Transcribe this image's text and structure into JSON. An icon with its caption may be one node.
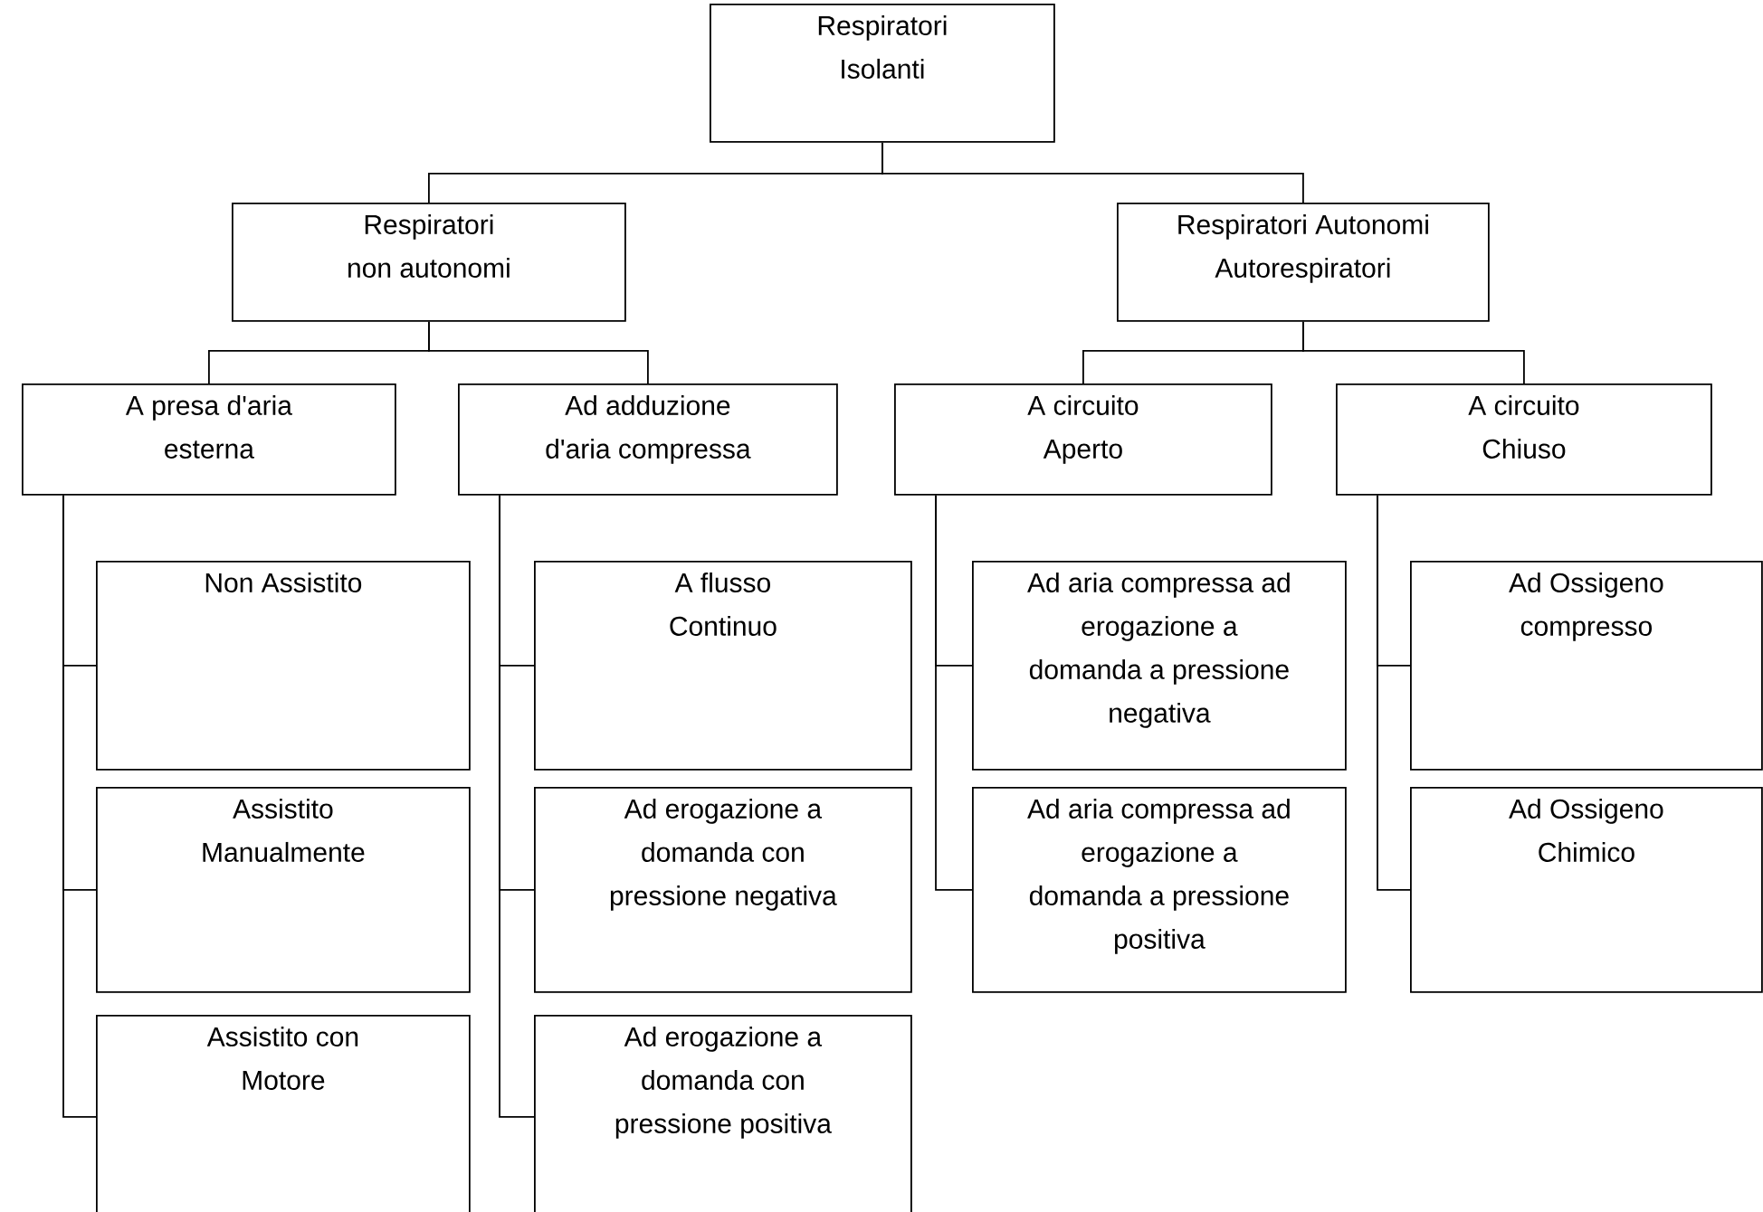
{
  "diagram": {
    "nodes": [
      {
        "text": [
          "Respiratori Isolanti"
        ]
      },
      {
        "text": [
          "Respiratori non autonomi"
        ]
      },
      {
        "text": [
          "Respiratori Autonomi Autorespiratori"
        ]
      },
      {
        "text": [
          "A presa d'aria esterna"
        ]
      },
      {
        "text": [
          "Ad adduzione d'aria compressa"
        ]
      },
      {
        "text": [
          "A circuito Aperto"
        ]
      },
      {
        "text": [
          "A circuito Chiuso"
        ]
      },
      {
        "text": [
          "Non Assistito"
        ]
      },
      {
        "text": [
          "Assistito Manualmente"
        ]
      },
      {
        "text": [
          "Assistito con Motore"
        ]
      },
      {
        "text": [
          "A flusso Continuo"
        ]
      },
      {
        "text": [
          "Ad erogazione a domanda con pressione negativa"
        ]
      },
      {
        "text": [
          "Ad erogazione a domanda con pressione positiva"
        ]
      },
      {
        "text": [
          "Ad aria compressa ad erogazione a domanda a pressione negativa"
        ]
      },
      {
        "text": [
          "Ad aria compressa ad erogazione a domanda a pressione positiva"
        ]
      },
      {
        "text": [
          "Ad Ossigeno compresso"
        ]
      },
      {
        "text": [
          "Ad Ossigeno Chimico"
        ]
      }
    ],
    "edges": [
      {
        "from": 0,
        "to": 1,
        "arrow": "none"
      },
      {
        "from": 0,
        "to": 2,
        "arrow": "none"
      },
      {
        "from": 1,
        "to": 3,
        "arrow": "none"
      },
      {
        "from": 1,
        "to": 4,
        "arrow": "none"
      },
      {
        "from": 2,
        "to": 5,
        "arrow": "none"
      },
      {
        "from": 2,
        "to": 6,
        "arrow": "none"
      },
      {
        "from": 3,
        "to": 7,
        "arrow": "none"
      },
      {
        "from": 3,
        "to": 8,
        "arrow": "none"
      },
      {
        "from": 3,
        "to": 9,
        "arrow": "none"
      },
      {
        "from": 4,
        "to": 10,
        "arrow": "none"
      },
      {
        "from": 4,
        "to": 11,
        "arrow": "none"
      },
      {
        "from": 4,
        "to": 12,
        "arrow": "none"
      },
      {
        "from": 5,
        "to": 13,
        "arrow": "none"
      },
      {
        "from": 5,
        "to": 14,
        "arrow": "none"
      },
      {
        "from": 6,
        "to": 15,
        "arrow": "none"
      },
      {
        "from": 6,
        "to": 16,
        "arrow": "none"
      }
    ]
  }
}
